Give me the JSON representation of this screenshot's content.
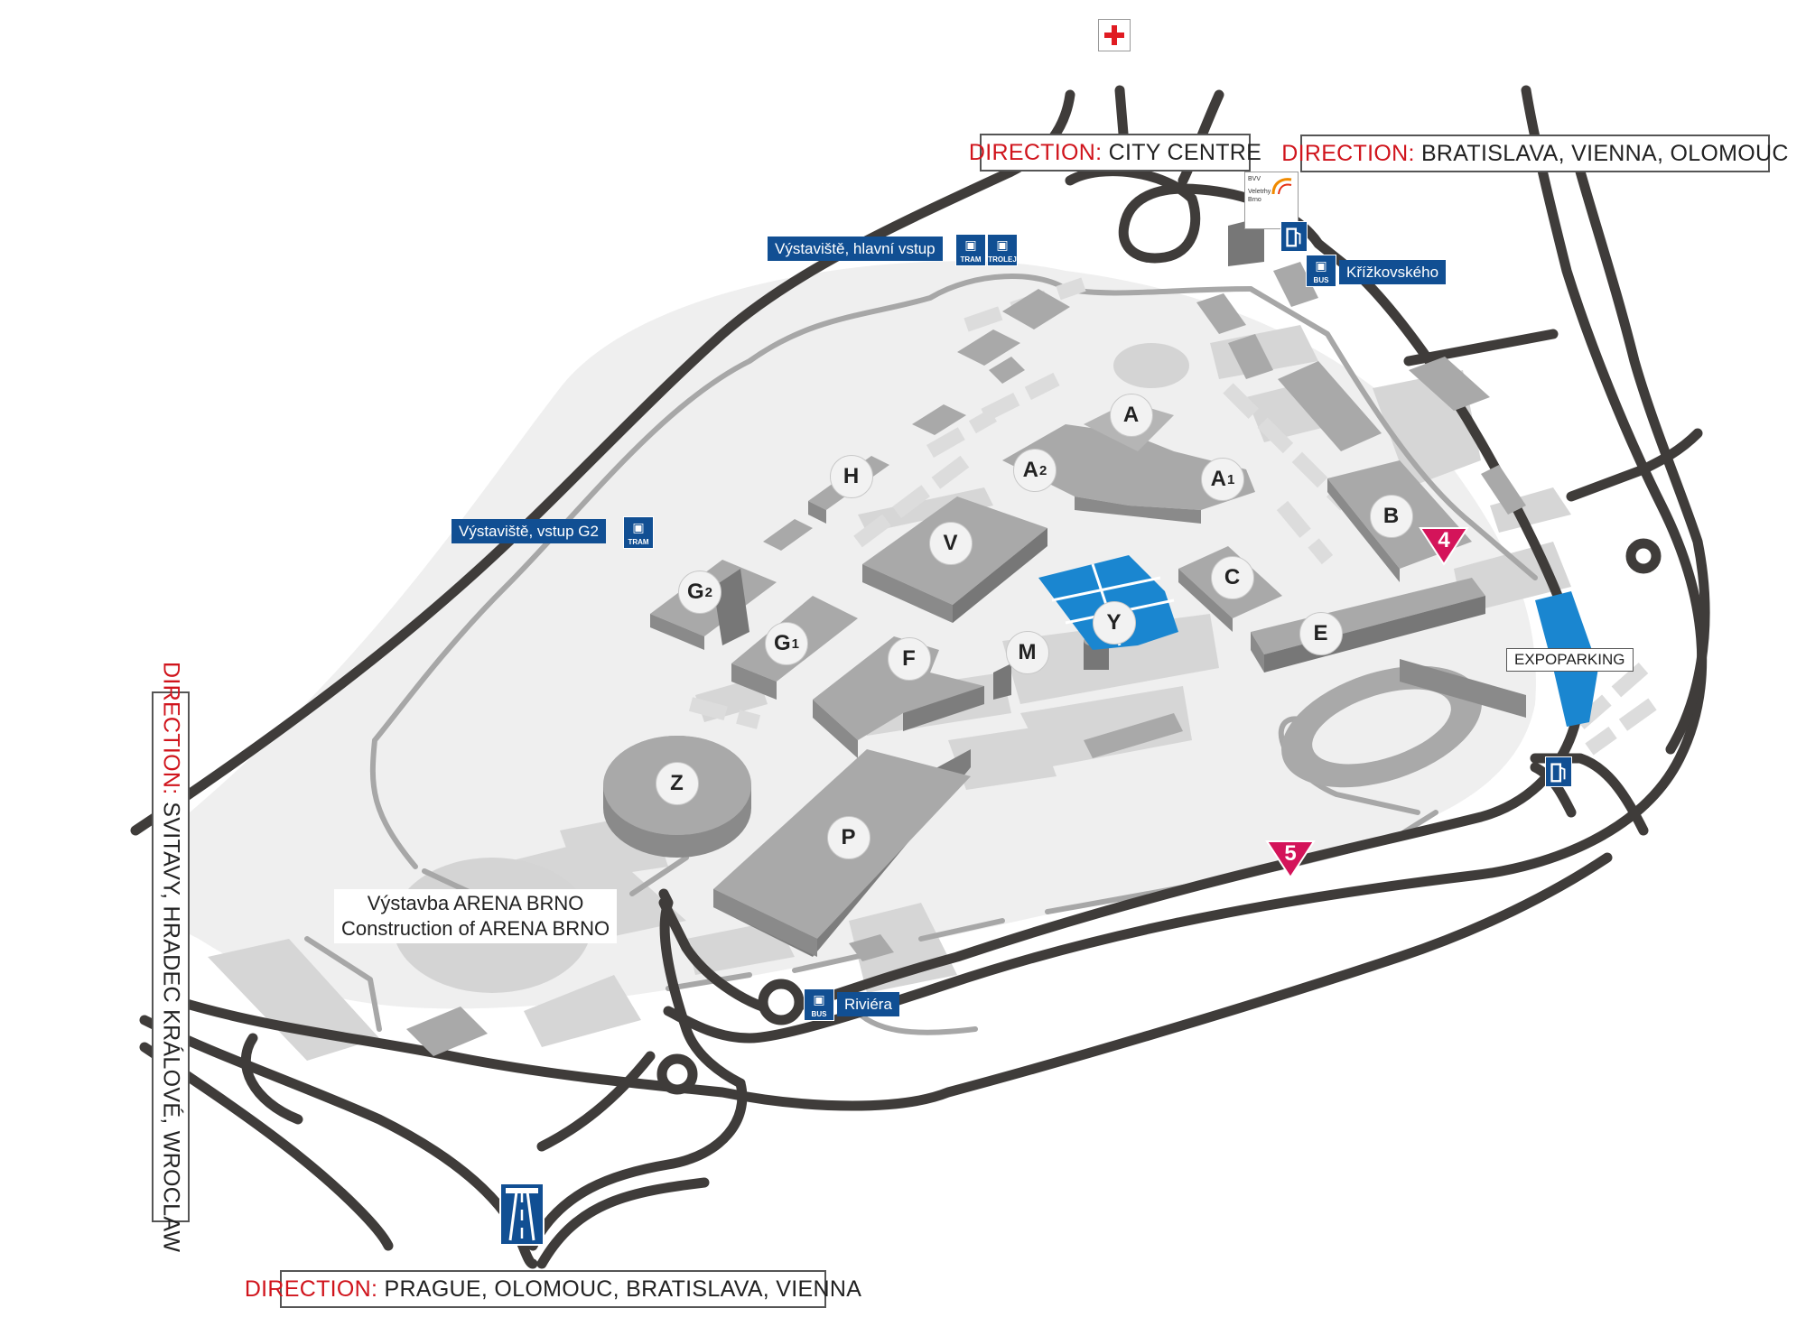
{
  "map": {
    "directions": {
      "city_centre": {
        "prefix": "DIRECTION:",
        "text": " CITY CENTRE"
      },
      "bratislava": {
        "prefix": "DIRECTION:",
        "text": " BRATISLAVA, VIENNA, OLOMOUC"
      },
      "svitavy": {
        "prefix": "DIRECTION:",
        "text": " SVITAVY, HRADEC KRÁLOVÉ, WROCLAW"
      },
      "prague": {
        "prefix": "DIRECTION:",
        "text": " PRAGUE, OLOMOUC, BRATISLAVA, VIENNA"
      }
    },
    "stops": {
      "main_entrance": {
        "label": "Výstaviště, hlavní vstup",
        "icons": [
          "TRAM",
          "TROLEJ"
        ]
      },
      "g2_entrance": {
        "label": "Výstaviště, vstup G2",
        "icons": [
          "TRAM"
        ]
      },
      "krizkovskeho": {
        "label": "Křížkovského",
        "icons": [
          "BUS"
        ]
      },
      "riviera": {
        "label": "Riviéra",
        "icons": [
          "BUS"
        ]
      }
    },
    "halls": {
      "A": {
        "letter": "A",
        "sub": ""
      },
      "A2": {
        "letter": "A",
        "sub": "2"
      },
      "A1": {
        "letter": "A",
        "sub": "1"
      },
      "H": {
        "letter": "H",
        "sub": ""
      },
      "B": {
        "letter": "B",
        "sub": ""
      },
      "V": {
        "letter": "V",
        "sub": ""
      },
      "C": {
        "letter": "C",
        "sub": ""
      },
      "G2": {
        "letter": "G",
        "sub": "2"
      },
      "Y": {
        "letter": "Y",
        "sub": ""
      },
      "E": {
        "letter": "E",
        "sub": ""
      },
      "G1": {
        "letter": "G",
        "sub": "1"
      },
      "F": {
        "letter": "F",
        "sub": ""
      },
      "M": {
        "letter": "M",
        "sub": ""
      },
      "Z": {
        "letter": "Z",
        "sub": ""
      },
      "P": {
        "letter": "P",
        "sub": ""
      }
    },
    "gates": {
      "gate4": "4",
      "gate5": "5"
    },
    "arena": {
      "line1": "Výstavba ARENA BRNO",
      "line2": "Construction of ARENA BRNO"
    },
    "expoparking": "EXPOPARKING",
    "bvv_logo": {
      "line1": "BVV",
      "line2": "Veletrhy",
      "line3": "Brno"
    },
    "colors": {
      "road": "#3f3c3a",
      "ground": "#efefef",
      "path": "#a9a9a9",
      "building_top": "#a9a9a9",
      "building_side": "#8a8a8a",
      "building_dark": "#777777",
      "paved": "#d4d4d4",
      "highlight_blue": "#1a86d0",
      "stop_blue": "#114f93",
      "direction_red": "#d0141c",
      "gate_magenta": "#d4145a"
    },
    "icons": [
      "red-cross-icon",
      "fuel-icon",
      "bus-icon",
      "tram-icon",
      "trolleybus-icon",
      "motorway-icon",
      "bvv-logo-icon"
    ]
  }
}
